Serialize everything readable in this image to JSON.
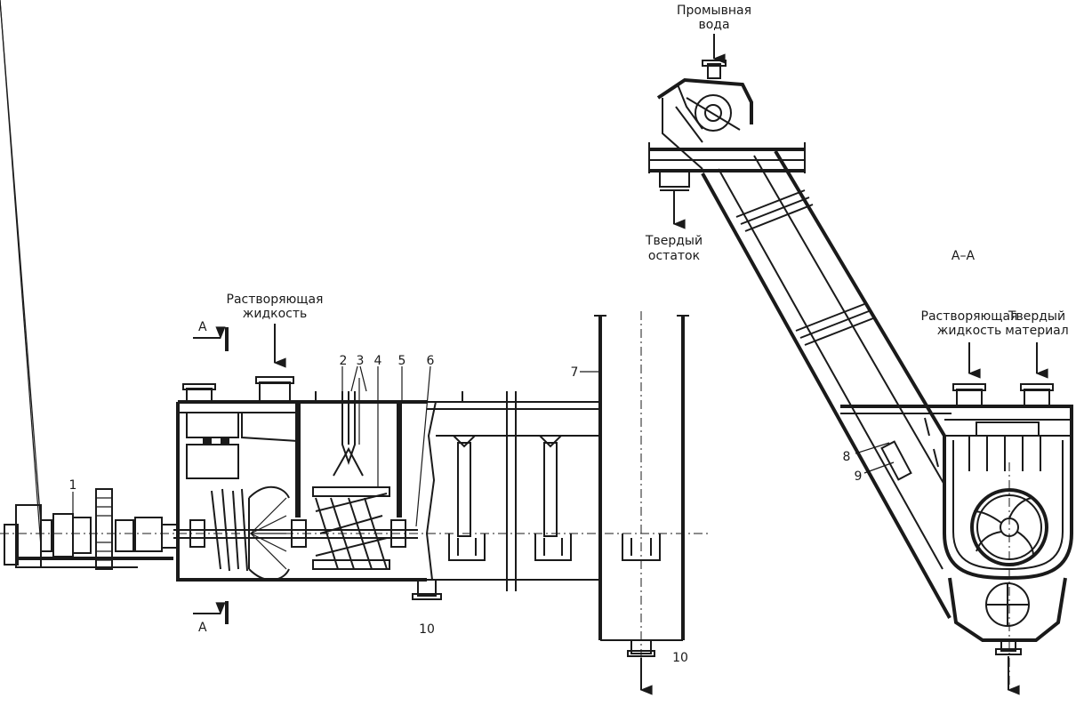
{
  "labels": {
    "wash_water": [
      "Промывная",
      "вода"
    ],
    "solid_residue": [
      "Твердый",
      "остаток"
    ],
    "section_aa": "А–А",
    "solvent_left": [
      "Растворяющая",
      "жидкость"
    ],
    "solvent_right": [
      "Растворяющая",
      "жидкость"
    ],
    "solid_material": [
      "Твердый",
      "материал"
    ],
    "section_mark": "А"
  },
  "callouts": [
    "1",
    "2",
    "3",
    "4",
    "5",
    "6",
    "7",
    "8",
    "9",
    "10",
    "10"
  ],
  "colors": {
    "ink": "#1a1a1a",
    "paper": "#ffffff"
  }
}
